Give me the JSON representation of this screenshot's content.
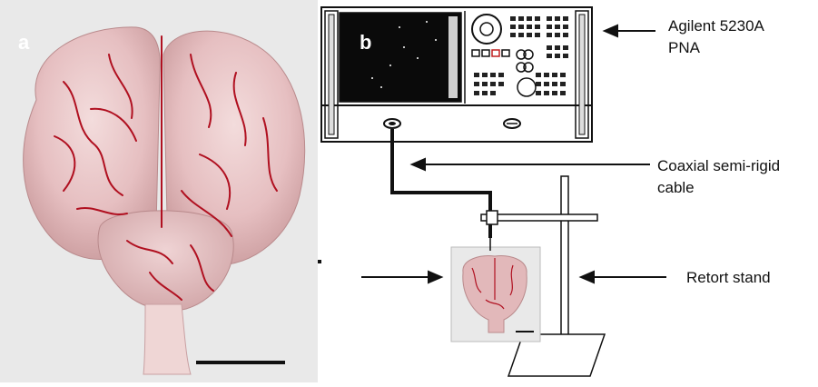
{
  "panel_a": {
    "letter": "a"
  },
  "panel_b": {
    "letter": "b"
  },
  "labels": {
    "instrument_line1": "Agilent 5230A",
    "instrument_line2": "PNA",
    "cable_line1": "Coaxial semi-rigid",
    "cable_line2": "cable",
    "stand": "Retort stand"
  },
  "icons": {
    "brain": "brain-photo",
    "analyzer": "network-analyzer",
    "arrow": "arrow-left-icon"
  },
  "colors": {
    "background": "#ffffff",
    "brain_tissue": "#e8c4c6",
    "vessel": "#b01020",
    "line": "#111111"
  }
}
